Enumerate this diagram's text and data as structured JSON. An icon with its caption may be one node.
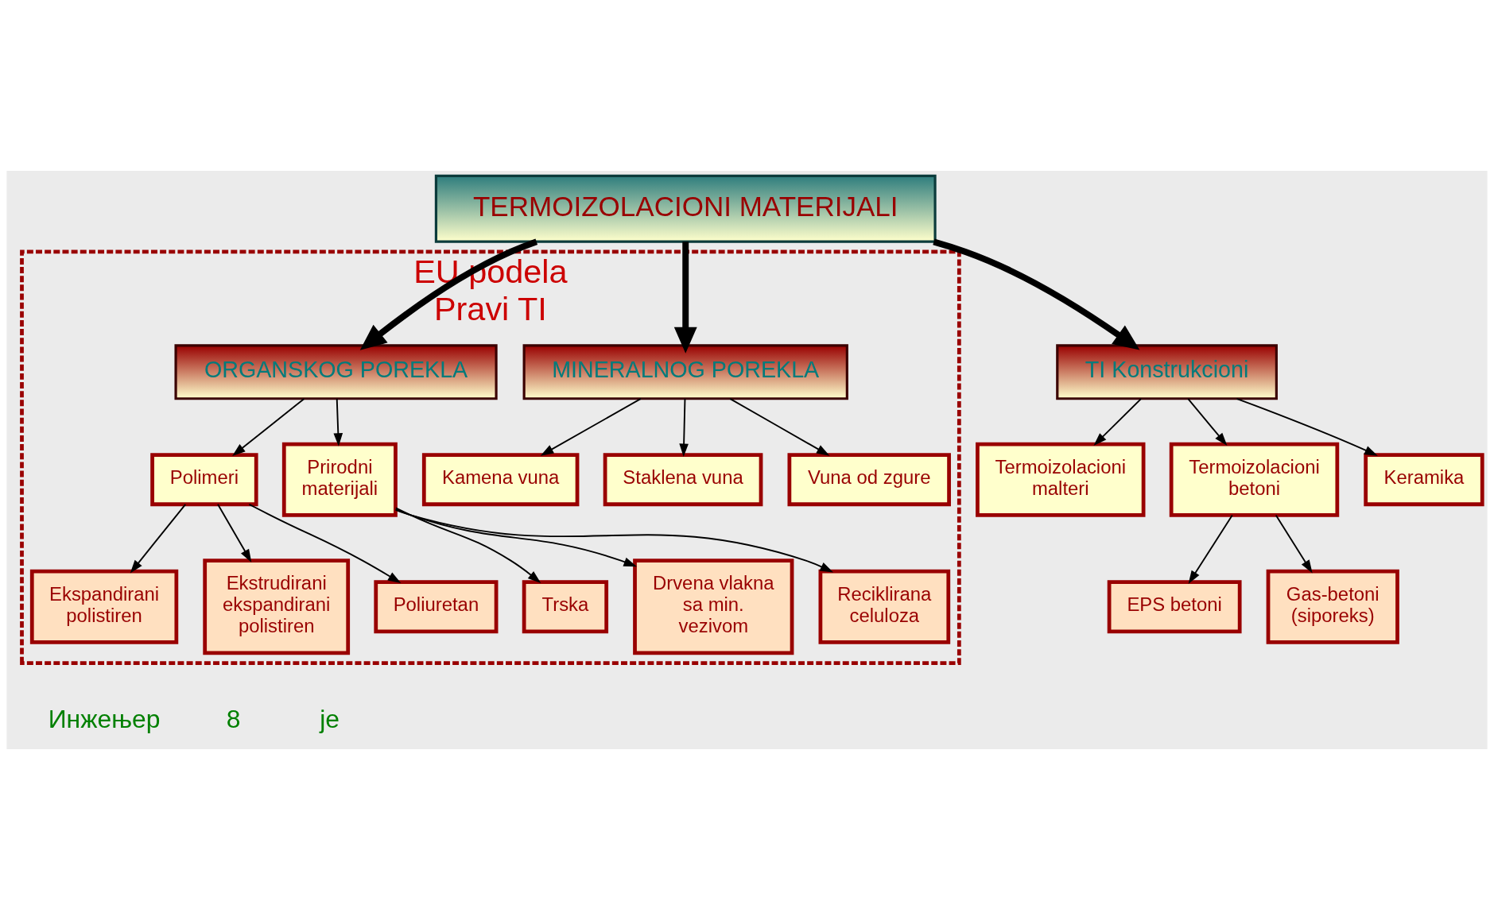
{
  "diagram": {
    "nodes": [
      {
        "text": [
          "TERMOIZOLACIONI MATERIJALI"
        ]
      },
      {
        "text": [
          "EU podela",
          "Pravi TI"
        ]
      },
      {
        "text": [
          "MINERALNOG POREKLA"
        ],
        "in": 1
      },
      {
        "text": [
          "Kamena vuna"
        ],
        "in": 1
      },
      {
        "text": [
          "Staklena vuna"
        ],
        "in": 1
      },
      {
        "text": [
          "Vuna od zgure"
        ],
        "in": 1
      },
      {
        "text": [
          "ORGANSKOG POREKLA"
        ],
        "in": 1
      },
      {
        "text": [
          "Polimeri"
        ],
        "in": 1
      },
      {
        "text": [
          "Ekspandirani polistiren"
        ],
        "in": 1
      },
      {
        "text": [
          "Ekstrudirani ekspandirani polistiren"
        ],
        "in": 1
      },
      {
        "text": [
          "Poliuretan"
        ],
        "in": 1
      },
      {
        "text": [
          "Prirodni materijali"
        ],
        "in": 1
      },
      {
        "text": [
          "Trska"
        ],
        "in": 1
      },
      {
        "text": [
          "Drvena vlakna sa min. vezivom"
        ],
        "in": 1
      },
      {
        "text": [
          "Reciklirana celuloza"
        ],
        "in": 1
      },
      {
        "text": [
          "TI Konstrukcioni"
        ]
      },
      {
        "text": [
          "Termoizolacioni malteri"
        ]
      },
      {
        "text": [
          "Termoizolacioni betoni"
        ]
      },
      {
        "text": [
          "EPS betoni"
        ]
      },
      {
        "text": [
          "Gas-betoni (siporeks)"
        ]
      },
      {
        "text": [
          "Keramika"
        ]
      }
    ],
    "edges": [
      {
        "from": 0,
        "to": 2,
        "arrow": "to",
        "style": "thick"
      },
      {
        "from": 0,
        "to": 6,
        "arrow": "to",
        "style": "thick"
      },
      {
        "from": 0,
        "to": 15,
        "arrow": "to",
        "style": "thick"
      },
      {
        "from": 2,
        "to": 3,
        "arrow": "to"
      },
      {
        "from": 2,
        "to": 4,
        "arrow": "to"
      },
      {
        "from": 2,
        "to": 5,
        "arrow": "to"
      },
      {
        "from": 6,
        "to": 7,
        "arrow": "to"
      },
      {
        "from": 6,
        "to": 11,
        "arrow": "to"
      },
      {
        "from": 7,
        "to": 8,
        "arrow": "to"
      },
      {
        "from": 7,
        "to": 9,
        "arrow": "to"
      },
      {
        "from": 7,
        "to": 10,
        "arrow": "to"
      },
      {
        "from": 11,
        "to": 12,
        "arrow": "to"
      },
      {
        "from": 11,
        "to": 13,
        "arrow": "to"
      },
      {
        "from": 11,
        "to": 14,
        "arrow": "to"
      },
      {
        "from": 15,
        "to": 16,
        "arrow": "to"
      },
      {
        "from": 15,
        "to": 17,
        "arrow": "to"
      },
      {
        "from": 15,
        "to": 20,
        "arrow": "to"
      },
      {
        "from": 17,
        "to": 18,
        "arrow": "to"
      },
      {
        "from": 17,
        "to": 19,
        "arrow": "to"
      }
    ],
    "labels": [
      "Инжењер",
      "8",
      "је"
    ]
  }
}
